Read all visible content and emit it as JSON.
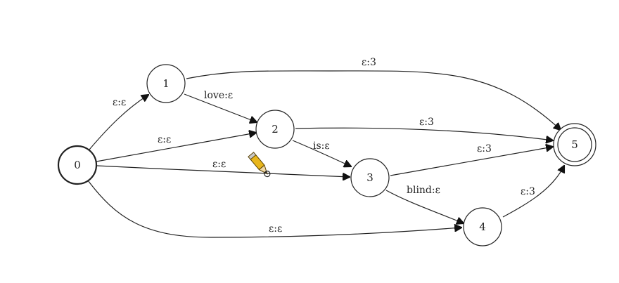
{
  "diagram": {
    "states": [
      {
        "id": "0",
        "label": "0",
        "start": true
      },
      {
        "id": "1",
        "label": "1"
      },
      {
        "id": "2",
        "label": "2"
      },
      {
        "id": "3",
        "label": "3"
      },
      {
        "id": "4",
        "label": "4"
      },
      {
        "id": "5",
        "label": "5",
        "final": true
      }
    ],
    "edges": [
      {
        "from": "0",
        "to": "1",
        "label": "ε:ε"
      },
      {
        "from": "0",
        "to": "2",
        "label": "ε:ε"
      },
      {
        "from": "0",
        "to": "3",
        "label": "ε:ε"
      },
      {
        "from": "0",
        "to": "4",
        "label": "ε:ε"
      },
      {
        "from": "1",
        "to": "2",
        "label": "love:ε"
      },
      {
        "from": "1",
        "to": "5",
        "label": "ε:3"
      },
      {
        "from": "2",
        "to": "3",
        "label": "is:ε"
      },
      {
        "from": "2",
        "to": "5",
        "label": "ε:3"
      },
      {
        "from": "3",
        "to": "4",
        "label": "blind:ε"
      },
      {
        "from": "3",
        "to": "5",
        "label": "ε:3"
      },
      {
        "from": "4",
        "to": "5",
        "label": "ε:3"
      }
    ]
  },
  "colors": {
    "stroke": "#222222",
    "pencil_body": "#e8b61c",
    "pencil_tip": "#f1d9a6"
  },
  "icons": {
    "cursor": "pencil-icon"
  }
}
